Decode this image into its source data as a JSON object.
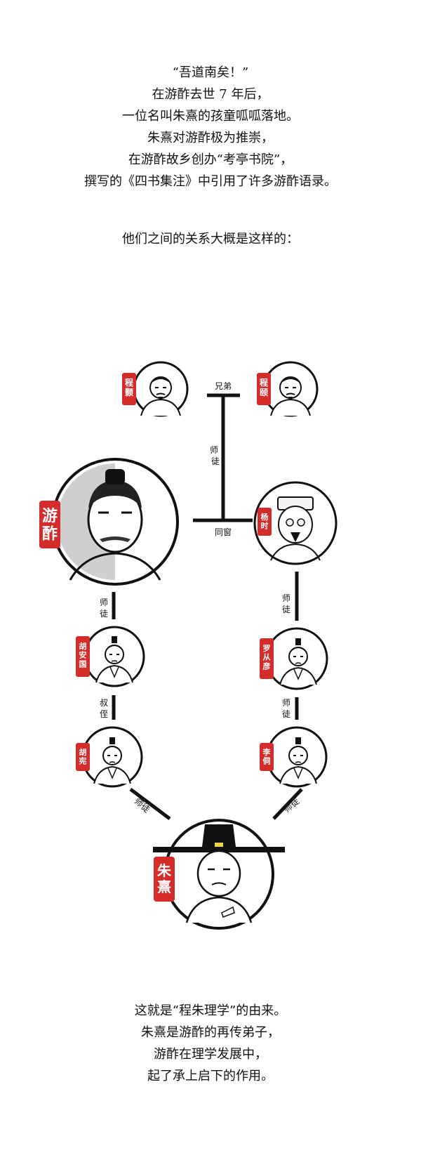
{
  "intro": {
    "lines": [
      "“吾道南矣！”",
      "在游酢去世 7 年后，",
      "一位名叫朱熹的孩童呱呱落地。",
      "朱熹对游酢极为推崇，",
      "在游酢故乡创办“考亭书院”，",
      "撰写的《四书集注》中引用了许多游酢语录。"
    ]
  },
  "relation_title": "他们之间的关系大概是这样的：",
  "people": {
    "chenghao": "程颢",
    "chengyi": "程颐",
    "youzuo": "游酢",
    "yangshi": "杨时",
    "huanguo": "胡安国",
    "luocongyan": "罗从彦",
    "huxian": "胡宪",
    "litong": "李侗",
    "zhuxi": "朱熹"
  },
  "relations": {
    "brothers": "兄弟",
    "master_disciple": "师徒",
    "classmates": "同窗",
    "uncle_nephew": "叔侄"
  },
  "outro": {
    "lines": [
      "这就是“程朱理学”的由来。",
      "朱熹是游酢的再传弟子，",
      "游酢在理学发展中，",
      "起了承上启下的作用。"
    ]
  },
  "colors": {
    "seal_red": "#d42b2b",
    "ink": "#111111"
  }
}
